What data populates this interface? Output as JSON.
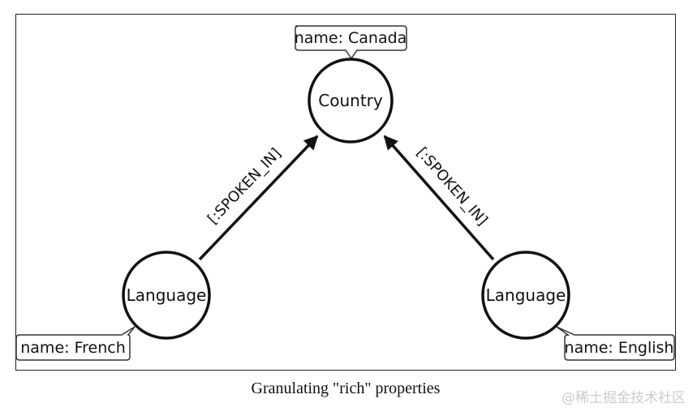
{
  "diagram": {
    "nodes": {
      "country": {
        "label": "Country",
        "property": "name: Canada"
      },
      "language_left": {
        "label": "Language",
        "property": "name: French"
      },
      "language_right": {
        "label": "Language",
        "property": "name: English"
      }
    },
    "edges": {
      "left": {
        "label": "[:SPOKEN_IN]"
      },
      "right": {
        "label": "[:SPOKEN_IN]"
      }
    }
  },
  "caption": "Granulating \"rich\" properties",
  "watermark": "@稀土掘金技术社区"
}
